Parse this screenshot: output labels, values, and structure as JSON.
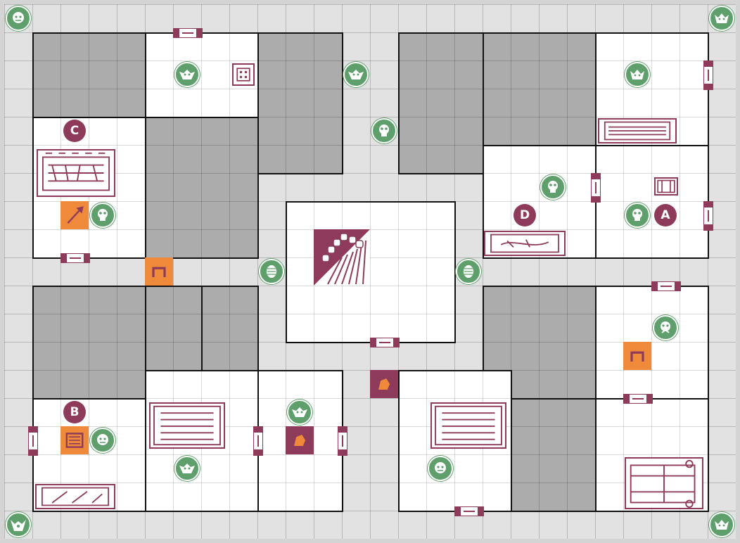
{
  "board": {
    "colors": {
      "floor": "#e2e2e2",
      "room": "#ffffff",
      "solid": "#acacac",
      "monster": "#5e9f6b",
      "marker": "#8e3b5b",
      "trap": "#f08a3b",
      "furniture": "#8e3b5b"
    }
  },
  "markers": {
    "a": "A",
    "b": "B",
    "c": "C",
    "d": "D"
  },
  "monsters": [
    "goblin-icon",
    "orc-icon",
    "skeleton-icon",
    "mummy-icon",
    "fimir-icon",
    "gargoyle-icon",
    "zombie-icon"
  ]
}
